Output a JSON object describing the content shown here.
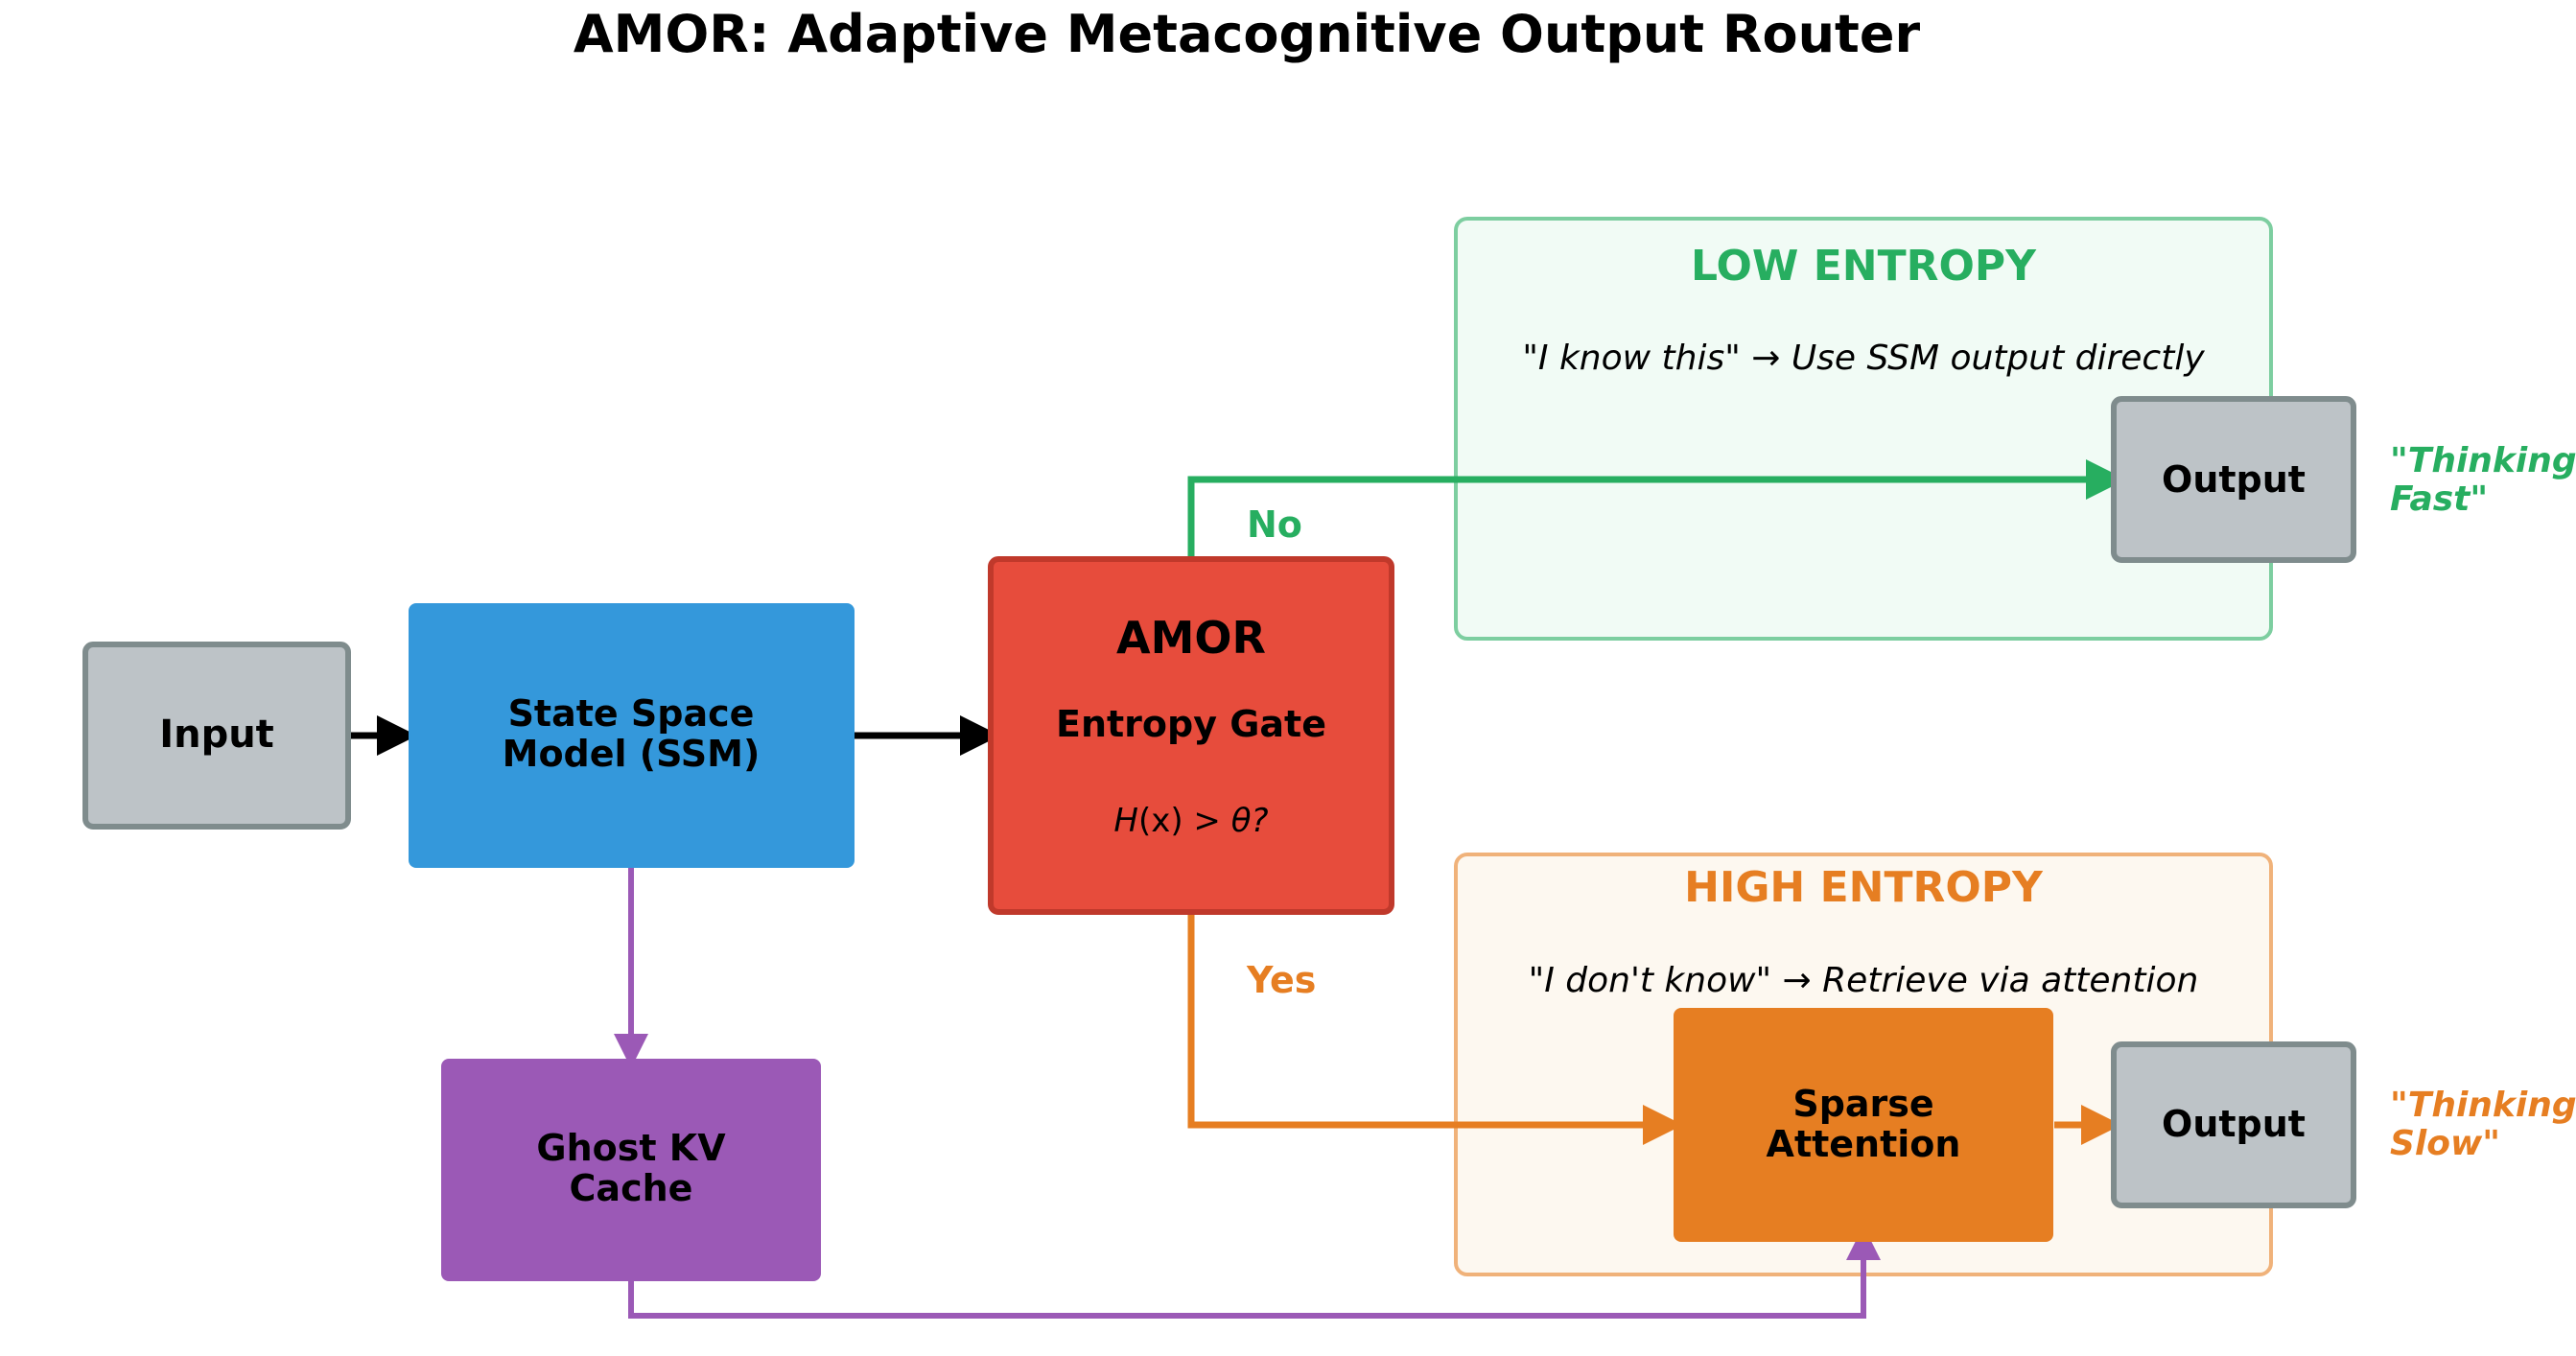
{
  "title": "AMOR: Adaptive Metacognitive Output Router",
  "nodes": {
    "input": "Input",
    "ssm_line1": "State Space",
    "ssm_line2": "Model (SSM)",
    "amor_title": "AMOR",
    "amor_subtitle": "Entropy Gate",
    "amor_formula_main": "H",
    "amor_formula_arg": "(x) > ",
    "amor_formula_theta": "θ",
    "amor_formula_q": "?",
    "ghost_line1": "Ghost KV",
    "ghost_line2": "Cache",
    "sparse_line1": "Sparse",
    "sparse_line2": "Attention",
    "output_fast": "Output",
    "output_slow": "Output"
  },
  "regions": {
    "low": {
      "title": "LOW ENTROPY",
      "caption": "\"I know this\" → Use SSM output directly"
    },
    "high": {
      "title": "HIGH ENTROPY",
      "caption": "\"I don't know\" → Retrieve via attention"
    }
  },
  "edge_labels": {
    "no": "No",
    "yes": "Yes"
  },
  "side_labels": {
    "fast_line1": "\"Thinking",
    "fast_line2": "Fast\"",
    "slow_line1": "\"Thinking",
    "slow_line2": "Slow\""
  },
  "colors": {
    "gray_fill": "#bdc3c7",
    "gray_stroke": "#7f8c8d",
    "blue": "#3498db",
    "red": "#e74c3c",
    "red_stroke": "#c0392b",
    "purple": "#9b59b6",
    "orange": "#e67e22",
    "green": "#27ae60"
  }
}
